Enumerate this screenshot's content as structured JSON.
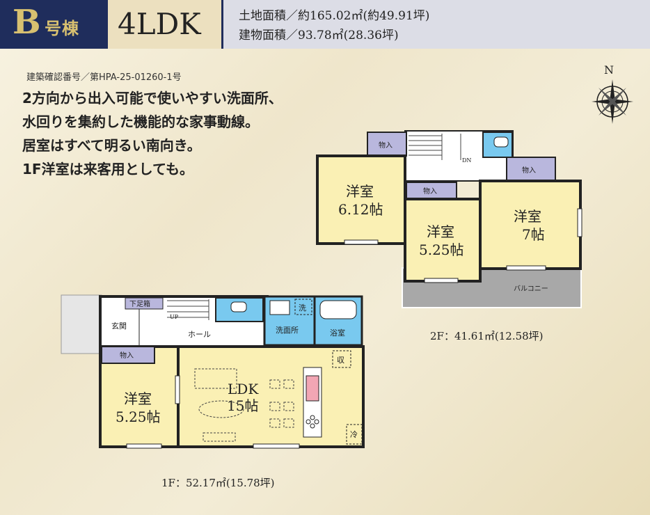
{
  "header": {
    "building": "B",
    "building_suffix": "号棟",
    "layout": "4LDK",
    "land_area": "土地面積／約165.02㎡(約49.91坪)",
    "building_area": "建物面積／93.78㎡(28.36坪)"
  },
  "permit_no": "建築確認番号／第HPA-25-01260-1号",
  "description": [
    "2方向から出入可能で使いやすい洗面所、",
    "水回りを集約した機能的な家事動線。",
    "居室はすべて明るい南向き。",
    "1F洋室は来客用としても。"
  ],
  "compass": {
    "label": "N"
  },
  "floor2": {
    "label": "2F：41.61㎡(12.58坪)",
    "rooms": {
      "western1": {
        "name": "洋室",
        "size": "6.12帖"
      },
      "western2": {
        "name": "洋室",
        "size": "5.25帖"
      },
      "western3": {
        "name": "洋室",
        "size": "7帖"
      },
      "storage": "物入",
      "balcony": "バルコニー",
      "dn": "DN"
    }
  },
  "floor1": {
    "label": "1F：52.17㎡(15.78坪)",
    "rooms": {
      "ldk": {
        "name": "LDK",
        "size": "15帖"
      },
      "western": {
        "name": "洋室",
        "size": "5.25帖"
      },
      "genkan": "玄関",
      "hall": "ホール",
      "shoe": "下足箱",
      "storage": "物入",
      "washroom": "洗面所",
      "bath": "浴室",
      "washer": "洗",
      "pantry": "収",
      "fridge": "冷",
      "up": "UP"
    }
  },
  "colors": {
    "navy": "#1f2d5c",
    "gold": "#d8c070",
    "room": "#faf0b4",
    "storage": "#b9b7dd",
    "water": "#79c9ef",
    "balcony": "#a8a8a8"
  }
}
